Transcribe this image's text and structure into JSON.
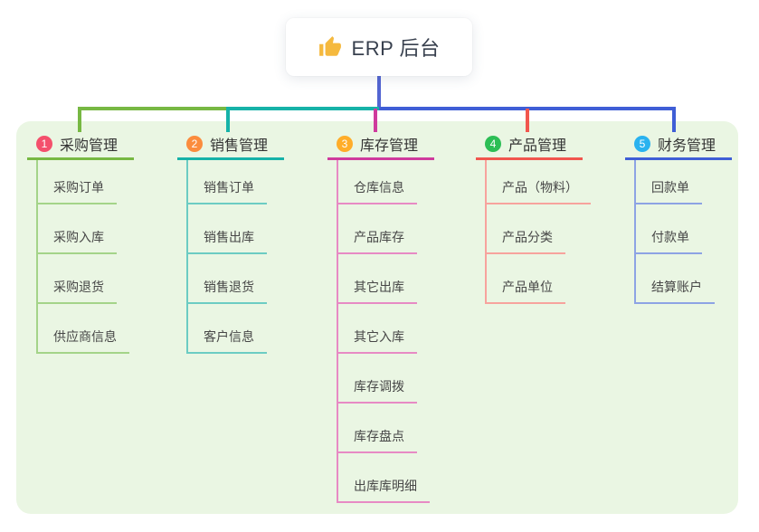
{
  "root": {
    "label": "ERP 后台",
    "icon": "thumbs-up-icon",
    "icon_color": "#f5b93e",
    "stem_color": "#5365d2"
  },
  "panel": {
    "background": "#eaf6e3"
  },
  "branches": [
    {
      "index": "1",
      "label": "采购管理",
      "colors": {
        "badge": "#f4506c",
        "line": "#77b843",
        "light": "#a4d489"
      },
      "children": [
        "采购订单",
        "采购入库",
        "采购退货",
        "供应商信息"
      ]
    },
    {
      "index": "2",
      "label": "销售管理",
      "colors": {
        "badge": "#fb8c3d",
        "line": "#16b2a8",
        "light": "#6cccc3"
      },
      "children": [
        "销售订单",
        "销售出库",
        "销售退货",
        "客户信息"
      ]
    },
    {
      "index": "3",
      "label": "库存管理",
      "colors": {
        "badge": "#ffad29",
        "line": "#cf3b9d",
        "light": "#e78ac4"
      },
      "children": [
        "仓库信息",
        "产品库存",
        "其它出库",
        "其它入库",
        "库存调拨",
        "库存盘点",
        "出库库明细"
      ]
    },
    {
      "index": "4",
      "label": "产品管理",
      "colors": {
        "badge": "#2cbe55",
        "line": "#f1564e",
        "light": "#f7a39d"
      },
      "children": [
        "产品（物料）",
        "产品分类",
        "产品单位"
      ]
    },
    {
      "index": "5",
      "label": "财务管理",
      "colors": {
        "badge": "#29b2ef",
        "line": "#3f5ed6",
        "light": "#8da3e4"
      },
      "children": [
        "回款单",
        "付款单",
        "结算账户"
      ]
    }
  ]
}
